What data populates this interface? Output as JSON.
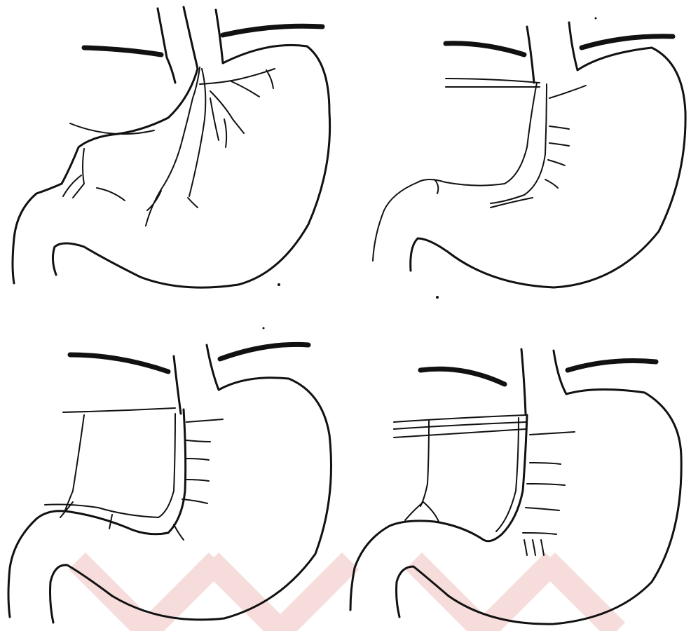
{
  "figure": {
    "panels": [
      {
        "id": "stomach-vagus-anatomy"
      },
      {
        "id": "highly-selective-vagotomy"
      },
      {
        "id": "selective-vagotomy"
      },
      {
        "id": "truncal-vagotomy"
      }
    ],
    "colors": {
      "ink": "#111111",
      "background": "#ffffff",
      "watermark": "#f7dcdc"
    },
    "watermark": {
      "icon": "chevron-watermark"
    }
  }
}
